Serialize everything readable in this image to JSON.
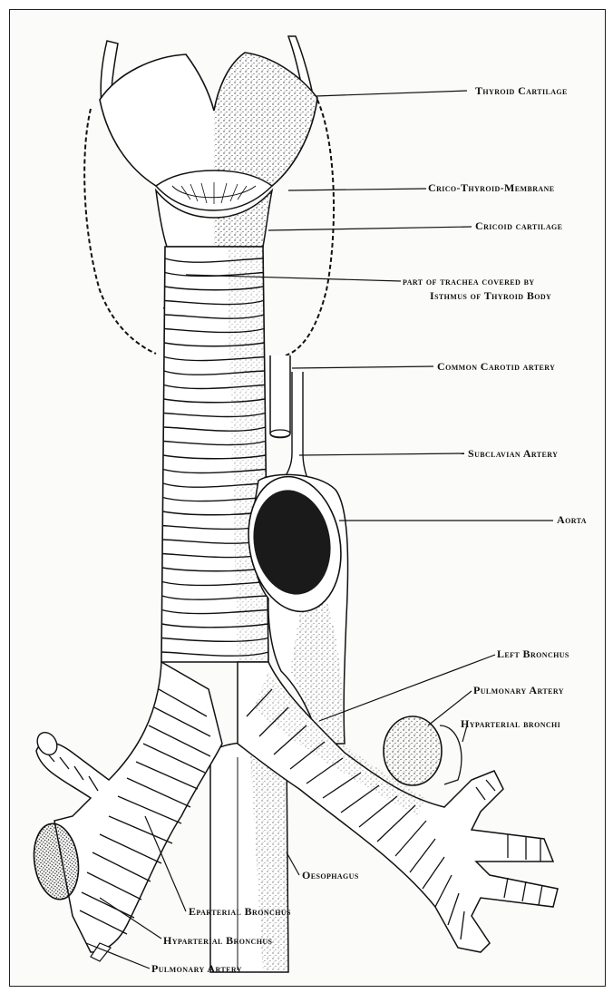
{
  "labels": {
    "thyroid_cartilage": "Thyroid Cartilage",
    "crico_thyroid_membrane": "Crico-Thyroid-Membrane",
    "cricoid_cartilage": "Cricoid cartilage",
    "trachea_isthmus_line1": "part of trachea covered by",
    "trachea_isthmus_line2": "Isthmus of Thyroid Body",
    "common_carotid": "Common Carotid artery",
    "subclavian": "Subclavian Artery",
    "aorta": "Aorta",
    "left_bronchus": "Left Bronchus",
    "pulmonary_artery_right": "Pulmonary Artery",
    "hyparterial_bronchi": "Hyparterial bronchi",
    "oesophagus": "Oesophagus",
    "eparterial_bronchus": "Eparterial Bronchus",
    "hyparterial_bronchus": "Hyparterial Bronchus",
    "pulmonary_artery_left": "Pulmonary Artery"
  },
  "colors": {
    "ink": "#111111",
    "paper": "#fbfbf9",
    "lumen": "#1a1a1a"
  }
}
